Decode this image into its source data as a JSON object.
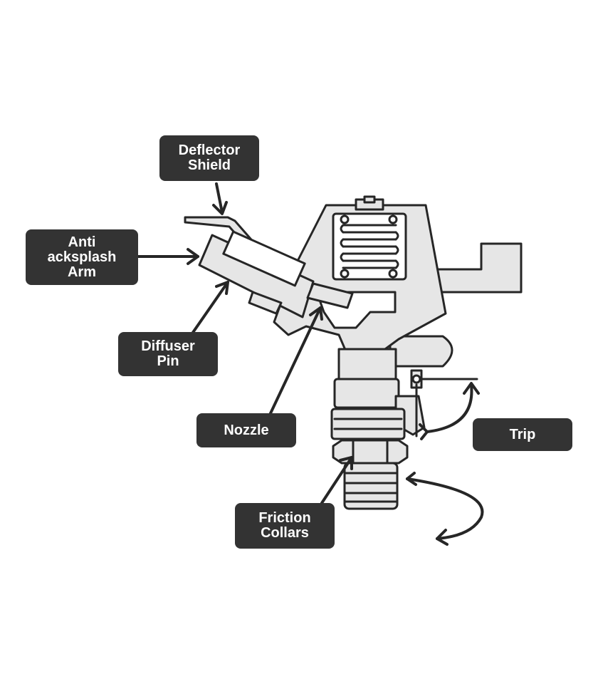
{
  "labels": {
    "deflector_shield": [
      "Deflector",
      "Shield"
    ],
    "anti_backsplash_arm": [
      "Anti",
      "acksplash",
      "Arm"
    ],
    "diffuser_pin": [
      "Diffuser",
      "Pin"
    ],
    "nozzle": [
      "Nozzle"
    ],
    "trip": [
      "Trip"
    ],
    "friction_collars": [
      "Friction",
      "Collars"
    ]
  },
  "colors": {
    "label_background": "#333333",
    "label_text": "#ffffff",
    "outline": "#262626",
    "part_fill": "#e6e6e6"
  }
}
